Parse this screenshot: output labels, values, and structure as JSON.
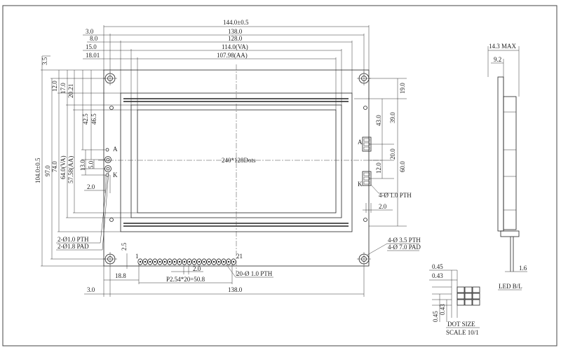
{
  "drawing": {
    "top_dims": {
      "overall_width": "144.0±0.5",
      "left_offset": "3.0",
      "hole_pitch": "138.0",
      "left_8": "8.0",
      "bezel_width": "128.0",
      "left_15": "15.0",
      "va_width": "114.0(VA)",
      "left_1801": "18.01",
      "aa_width": "107.98(AA)"
    },
    "left_dims": {
      "d_3_5": "3.5",
      "d_12": "12.0",
      "d_17": "17.0",
      "d_20_21": "20.21",
      "d_42_5": "42.5",
      "d_46_5": "46.5",
      "overall_height": "104.0±0.5",
      "d_97": "97.0",
      "d_74": "74.0",
      "va_height": "64.0(VA)",
      "aa_height": "57.58(AA)",
      "d_13": "13.0",
      "d_5": "5.0",
      "d_2": "2.0"
    },
    "right_dims": {
      "d_19": "19.0",
      "d_43": "43.0",
      "d_39": "39.0",
      "d_20": "20.0",
      "d_12": "12.0",
      "d_60": "60.0",
      "d_2": "2.0"
    },
    "bottom_dims": {
      "d_2_5": "2.5",
      "d_18_8": "18.8",
      "d_2": "2.0",
      "pitch_note": "P2.54*20=50.8",
      "d_3": "3.0",
      "pitch_bottom": "138.0"
    },
    "center_label": "240*128Dots",
    "pin_labels": {
      "a": "A",
      "k": "K",
      "one": "1",
      "twenty_one": "21"
    },
    "callouts": {
      "led_pth": "2-Ø1.0 PTH",
      "led_pad": "2-Ø1.8 PAD",
      "bl_pth": "4-Ø 1.0 PTH",
      "mount_pth": "4-Ø 3.5 PTH",
      "mount_pad": "4-Ø 7.0 PAD",
      "conn_pth": "20-Ø 1.0 PTH"
    },
    "side_view": {
      "max_thickness": "14.3 MAX",
      "d_9_2": "9.2",
      "d_1_6": "1.6",
      "led_bl": "LED B/L"
    },
    "dot_detail": {
      "pitch_h": "0.45",
      "size_h": "0.43",
      "pitch_v": "0.45",
      "size_v": "0.43",
      "title": "DOT SIZE",
      "scale": "SCALE 10/1"
    }
  }
}
